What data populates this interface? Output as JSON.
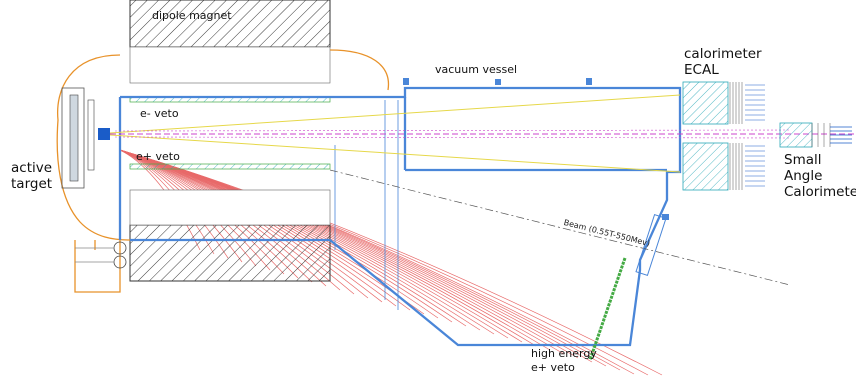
{
  "labels": {
    "dipole_magnet": "dipole magnet",
    "vacuum_vessel": "vacuum vessel",
    "calorimeter_line1": "calorimeter",
    "calorimeter_line2": "ECAL",
    "e_minus_veto": "e- veto",
    "e_plus_veto": "e+ veto",
    "active_target_line1": "active",
    "active_target_line2": "target",
    "sac_line1": "Small",
    "sac_line2": "Angle",
    "sac_line3": "Calorimeter",
    "beam": "Beam (0.55T-550Mev)",
    "heveto_line1": "high energy",
    "heveto_line2": "e+ veto"
  },
  "colors": {
    "vessel": "#4a86d8",
    "magnet_hatch": "#3a3a3a",
    "coil": "#e8922a",
    "tracks": "#e86a6a",
    "yellow_lines": "#e6d84a",
    "beamline_pink": "#cc44cc",
    "calorimeter": "#2aa8b8",
    "veto_green": "#44aa44"
  }
}
